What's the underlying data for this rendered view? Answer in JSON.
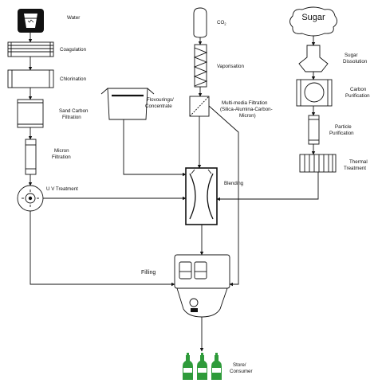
{
  "nodes": {
    "water": "Water",
    "coagulation": "Coagulation",
    "chlorination": "Chlorination",
    "sand_carbon_1": "Sand Carbon",
    "sand_carbon_2": "Filtration",
    "micron_1": "Micron",
    "micron_2": "Filtration",
    "uv": "U V Treatment",
    "flavourings_1": "Flovourings/",
    "flavourings_2": "Concentrate",
    "co2": "CO",
    "co2_sub": "2",
    "vaporisation": "Vaporisation",
    "mm_1": "Multi-media Filtration",
    "mm_2": "(Silica-Alumina-Carbon-",
    "mm_3": "Micron)",
    "sugar": "Sugar",
    "sugar_diss_1": "Sugar",
    "sugar_diss_2": "Dissolution",
    "carbon_pur_1": "Carbon",
    "carbon_pur_2": "Purification",
    "particle_pur_1": "Particle",
    "particle_pur_2": "Purification",
    "thermal_1": "Thermal",
    "thermal_2": "Treatment",
    "blending": "Blending",
    "filling": "Filling",
    "store_1": "Store/",
    "store_2": "Consumer"
  },
  "colors": {
    "line": "#111111",
    "bottle": "#2e9b3a",
    "icon_fill": "#111111"
  },
  "icons": [
    "water-glass-icon",
    "co2-cylinder-icon",
    "sugar-cloud-icon",
    "funnel-icon",
    "uv-lamp-icon",
    "mixer-icon",
    "filling-machine-icon",
    "bottle-icon"
  ]
}
